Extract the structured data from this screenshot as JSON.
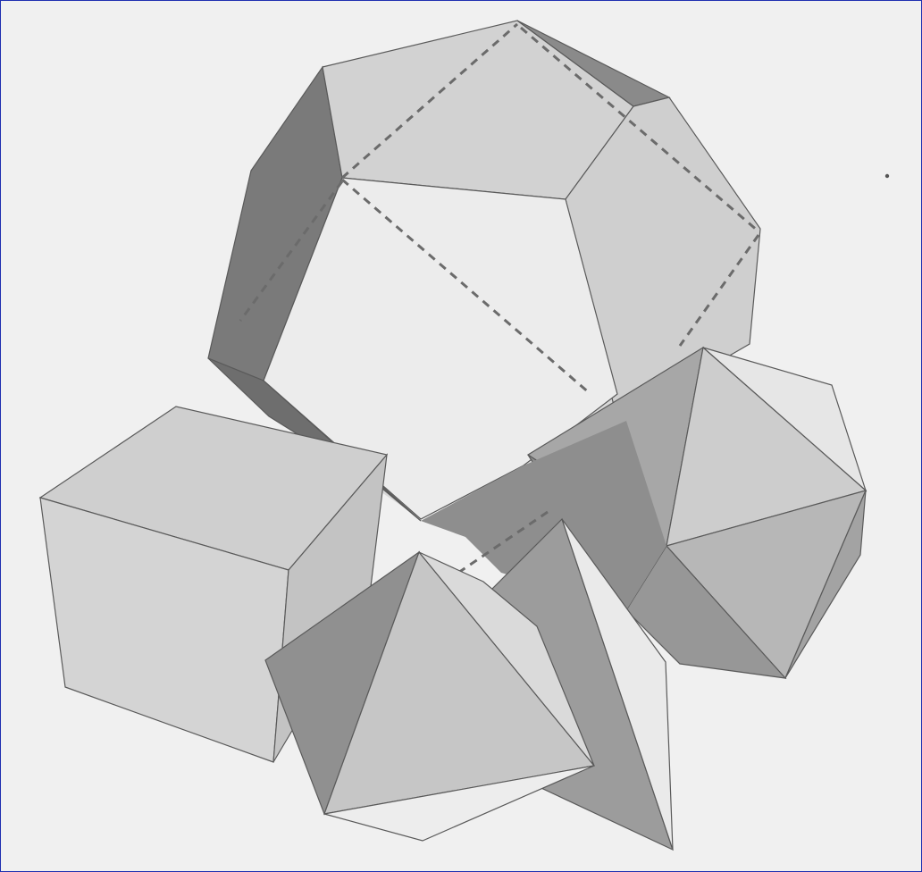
{
  "scene": {
    "solids": [
      {
        "id": "dodecahedron",
        "icon": "dodecahedron-icon"
      },
      {
        "id": "cube",
        "icon": "cube-icon"
      },
      {
        "id": "icosahedron",
        "icon": "icosahedron-icon"
      },
      {
        "id": "octahedron",
        "icon": "octahedron-icon"
      },
      {
        "id": "tetrahedron",
        "icon": "tetrahedron-icon"
      }
    ],
    "colors": {
      "background": "#f0f0f0",
      "border": "#1f2fb0",
      "face_light": "#dcdcdc",
      "face_mid": "#bdbdbd",
      "face_dark": "#8c8c8c",
      "face_darkest": "#707070",
      "edge": "#5a5a5a"
    }
  }
}
